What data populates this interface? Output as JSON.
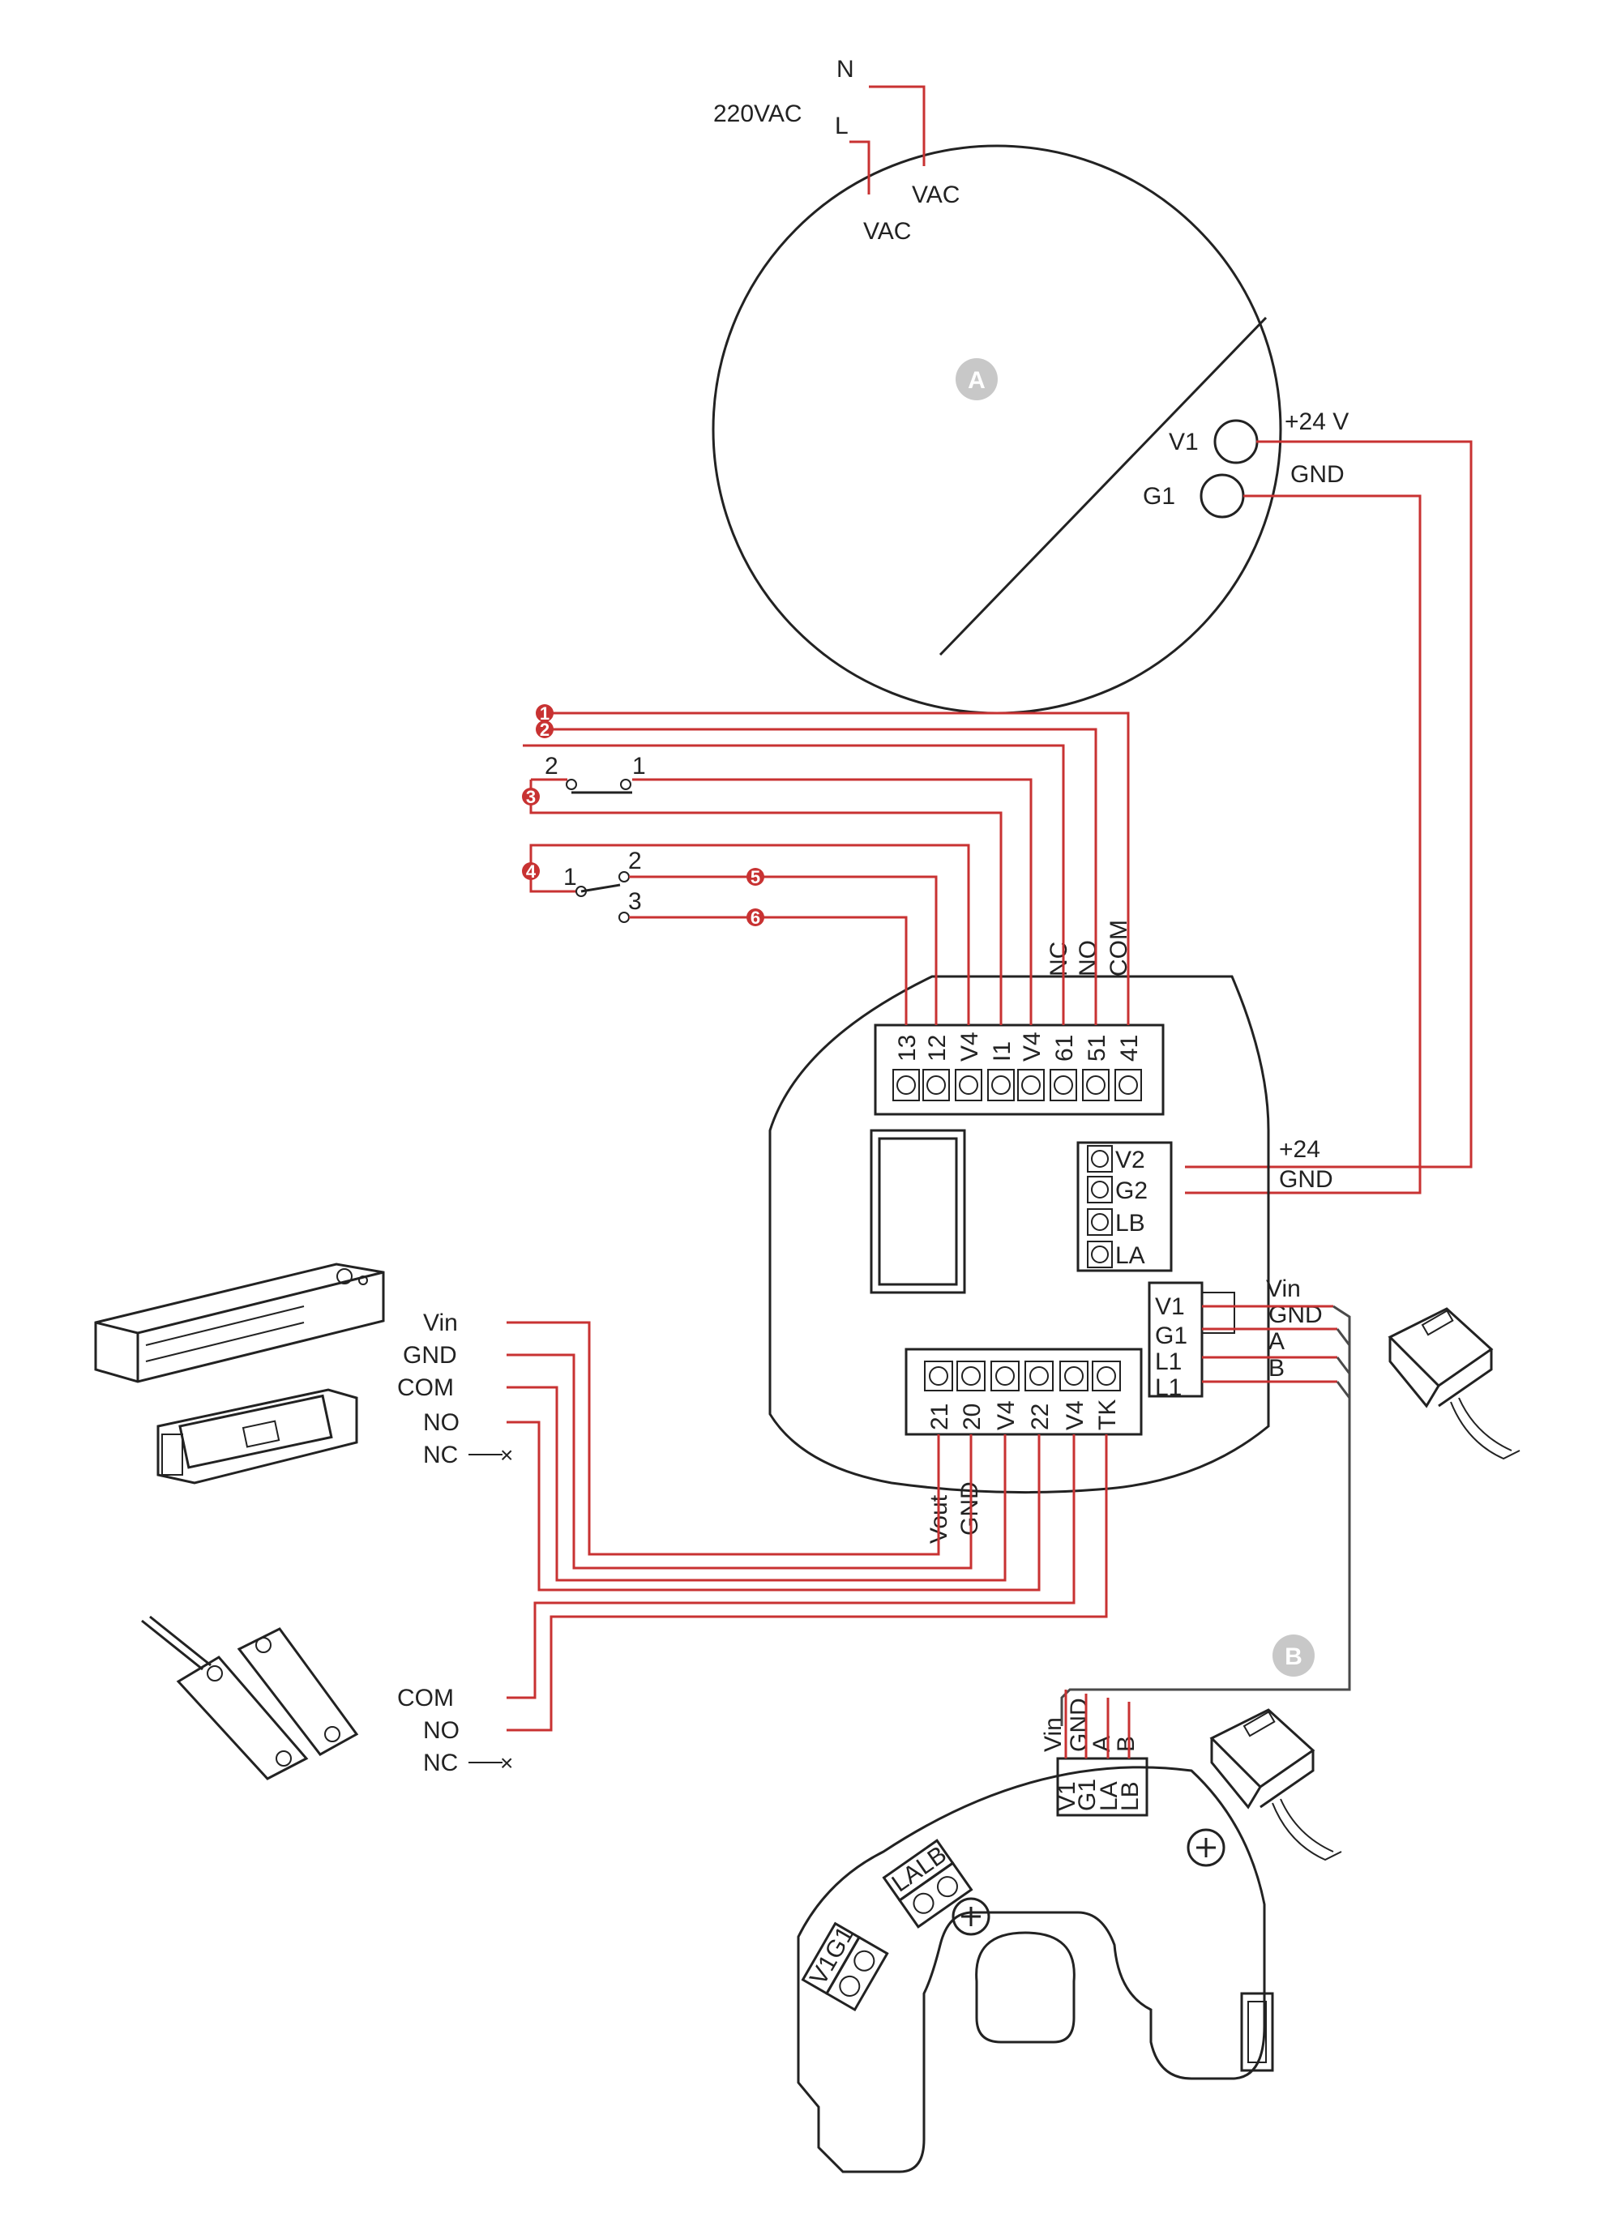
{
  "power_supply": {
    "badge": "A",
    "mains_label": "220VAC",
    "n_label": "N",
    "l_label": "L",
    "vac_n": "VAC",
    "vac_l": "VAC",
    "v1": "V1",
    "g1": "G1",
    "plus24v": "+24 V",
    "gnd": "GND"
  },
  "controller": {
    "top_terminals": [
      "13",
      "12",
      "V4",
      "I1",
      "V4",
      "61",
      "51",
      "41"
    ],
    "relay_labels": [
      "NC",
      "NO",
      "COM"
    ],
    "right_terminals": [
      "V2",
      "G2",
      "LB",
      "LA"
    ],
    "right_wire_labels": {
      "plus24": "+24",
      "gnd": "GND"
    },
    "bus_terminals": [
      "V1",
      "G1",
      "L1",
      "L1"
    ],
    "bus_labels": [
      "Vin",
      "GND",
      "A",
      "B"
    ],
    "bottom_terminals": [
      "21",
      "20",
      "V4",
      "22",
      "V4",
      "TK"
    ],
    "bottom_sub_labels": [
      "Vout",
      "GND"
    ]
  },
  "switch_numbers": [
    "1",
    "2",
    "3",
    "4",
    "5",
    "6"
  ],
  "switch_a": {
    "left": "2",
    "right": "1"
  },
  "switch_b": {
    "pole": "1",
    "t2": "2",
    "t3": "3"
  },
  "lock": {
    "vin": "Vin",
    "gnd": "GND",
    "com": "COM",
    "no": "NO",
    "nc": "NC"
  },
  "door_sensor": {
    "com": "COM",
    "no": "NO",
    "nc": "NC"
  },
  "reader": {
    "badge": "B",
    "top_terminals": [
      "V1",
      "G1",
      "LA",
      "LB"
    ],
    "top_labels": [
      "Vin",
      "GND",
      "A",
      "B"
    ],
    "block_la_lb": [
      "LA",
      "LB"
    ],
    "block_v1_g1": [
      "V1",
      "G1"
    ]
  },
  "colors": {
    "wire": "#c83232",
    "line": "#222222",
    "badge_gray": "#c8c8c8"
  }
}
